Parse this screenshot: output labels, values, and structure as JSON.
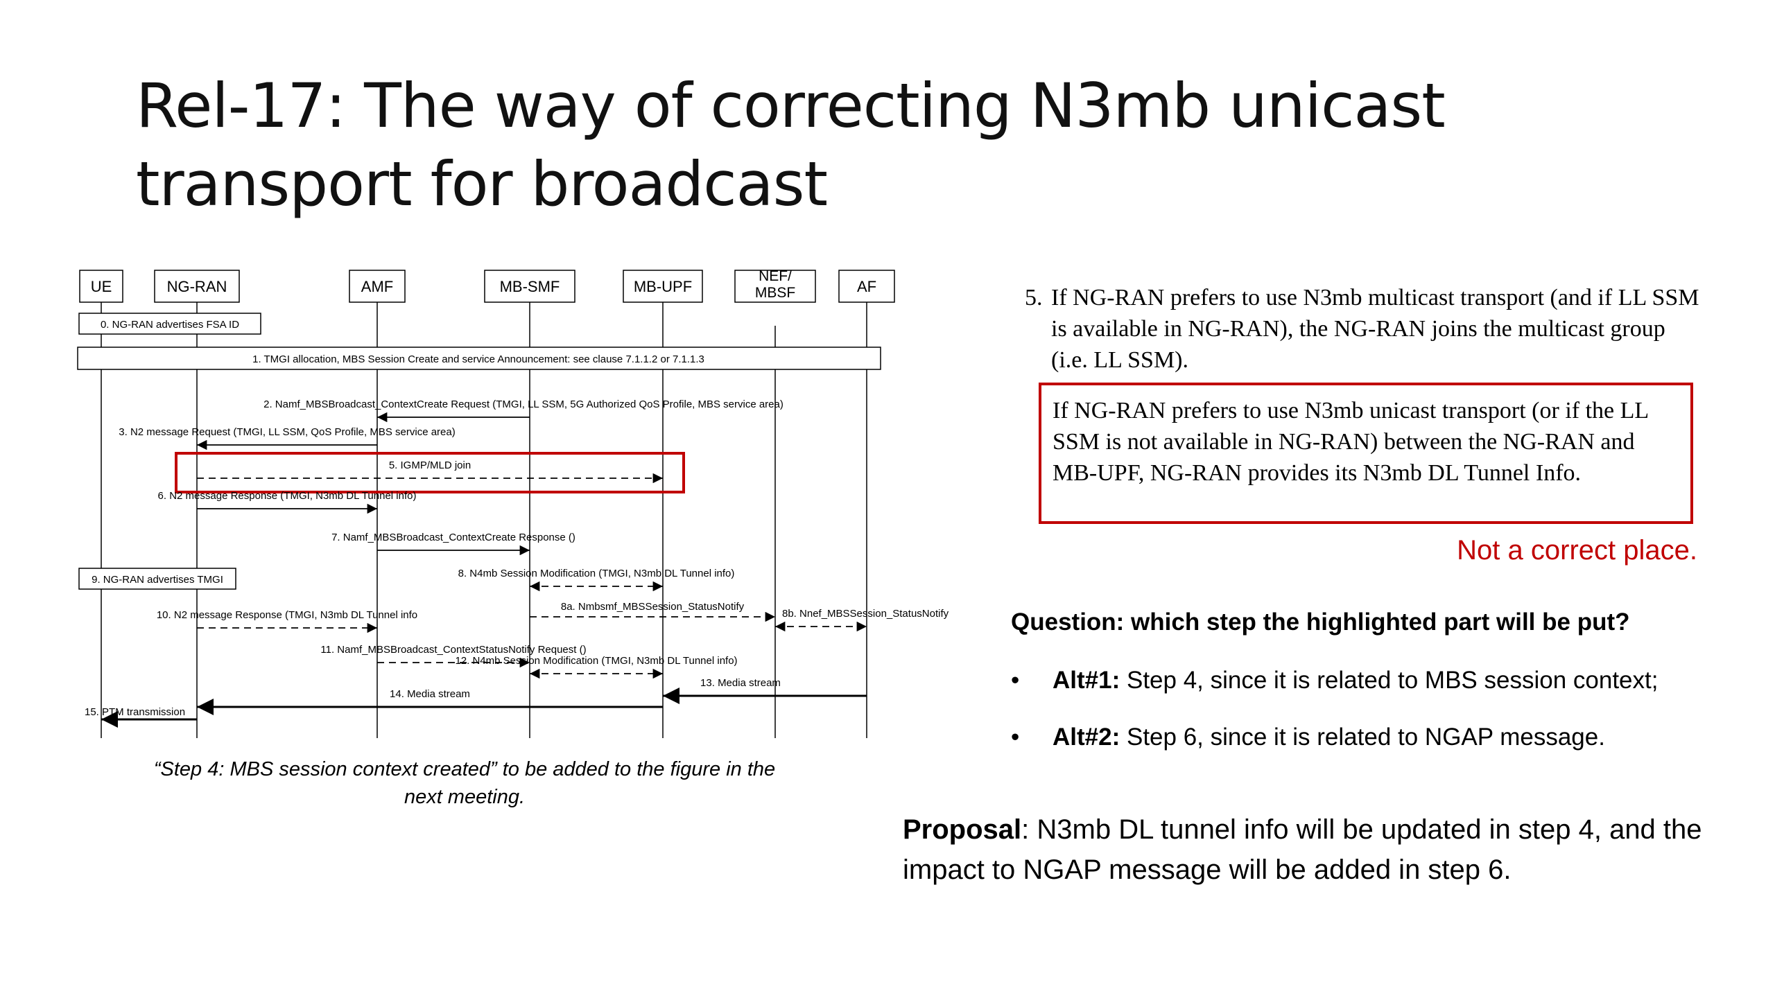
{
  "title": "Rel-17: The way of correcting N3mb unicast transport for broadcast",
  "diagram": {
    "entities": [
      "UE",
      "NG-RAN",
      "AMF",
      "MB-SMF",
      "MB-UPF",
      "NEF/\nMBSF",
      "AF"
    ],
    "steps": [
      {
        "label": "0. NG-RAN advertises FSA ID",
        "kind": "note",
        "highlighted": false
      },
      {
        "label": "1. TMGI allocation, MBS Session Create and service Announcement: see clause 7.1.1.2 or 7.1.1.3",
        "kind": "note",
        "highlighted": false
      },
      {
        "label": "2. Namf_MBSBroadcast_ContextCreate Request (TMGI, LL SSM, 5G Authorized QoS Profile, MBS service area)",
        "from": "MB-SMF",
        "to": "AMF",
        "style": "solid",
        "highlighted": false
      },
      {
        "label": "3. N2 message Request (TMGI, LL SSM, QoS Profile, MBS service area)",
        "from": "AMF",
        "to": "NG-RAN",
        "style": "solid",
        "highlighted": false
      },
      {
        "label": "5. IGMP/MLD join",
        "from": "NG-RAN",
        "to": "MB-UPF",
        "style": "dashed",
        "highlighted": true
      },
      {
        "label": "6. N2 message Response (TMGI, N3mb DL Tunnel info)",
        "from": "NG-RAN",
        "to": "AMF",
        "style": "solid",
        "highlighted": false
      },
      {
        "label": "7. Namf_MBSBroadcast_ContextCreate Response ()",
        "from": "AMF",
        "to": "MB-SMF",
        "style": "solid",
        "highlighted": false
      },
      {
        "label": "8. N4mb Session Modification (TMGI, N3mb DL Tunnel info)",
        "from": "MB-SMF",
        "to": "MB-UPF",
        "style": "dashed-both",
        "highlighted": false
      },
      {
        "label": "9. NG-RAN advertises TMGI",
        "kind": "note",
        "highlighted": false
      },
      {
        "label": "8a. Nmbsmf_MBSSession_StatusNotify",
        "from": "MB-SMF",
        "to": "NEF/MBSF",
        "style": "dashed",
        "highlighted": false
      },
      {
        "label": "8b. Nnef_MBSSession_StatusNotify",
        "from": "NEF/MBSF",
        "to": "AF",
        "style": "dashed-both",
        "highlighted": false
      },
      {
        "label": "10. N2 message Response (TMGI, N3mb DL Tunnel info",
        "from": "NG-RAN",
        "to": "AMF",
        "style": "dashed",
        "highlighted": false
      },
      {
        "label": "11. Namf_MBSBroadcast_ContextStatusNotify Request ()",
        "from": "AMF",
        "to": "MB-SMF",
        "style": "dashed",
        "highlighted": false
      },
      {
        "label": "12. N4mb Session Modification (TMGI, N3mb DL Tunnel info)",
        "from": "MB-SMF",
        "to": "MB-UPF",
        "style": "dashed-both",
        "highlighted": false
      },
      {
        "label": "13. Media stream",
        "from": "AF",
        "to": "MB-UPF",
        "style": "thick",
        "highlighted": false
      },
      {
        "label": "14. Media stream",
        "from": "MB-UPF",
        "to": "NG-RAN",
        "style": "thick",
        "highlighted": false
      },
      {
        "label": "15. PTM transmission",
        "from": "NG-RAN",
        "to": "UE",
        "style": "thick",
        "highlighted": false
      }
    ]
  },
  "caption": "“Step 4: MBS session context created” to be added to the figure in the next meeting.",
  "step5": {
    "number": "5.",
    "text": "If NG-RAN prefers to use N3mb multicast transport (and if LL SSM is available in NG-RAN), the NG-RAN joins the multicast group (i.e. LL SSM).",
    "highlighted_text": "If NG-RAN prefers to use N3mb unicast transport (or if the LL SSM is not available in NG-RAN) between the NG-RAN and MB-UPF, NG-RAN provides its N3mb DL Tunnel Info."
  },
  "not_correct": "Not a correct place.",
  "question": "Question: which step the highlighted part will be put?",
  "alternatives": [
    {
      "bullet": "•",
      "label": "Alt#1:",
      "text": " Step 4, since it is related to MBS session context;"
    },
    {
      "bullet": "•",
      "label": "Alt#2:",
      "text": " Step 6, since it is related to NGAP message."
    }
  ],
  "proposal": {
    "label": "Proposal",
    "text": ": N3mb DL tunnel info will be updated in step 4, and the impact to NGAP message will be added in step 6."
  },
  "colors": {
    "highlight": "#c00000",
    "text": "#000000",
    "title": "#111111"
  }
}
